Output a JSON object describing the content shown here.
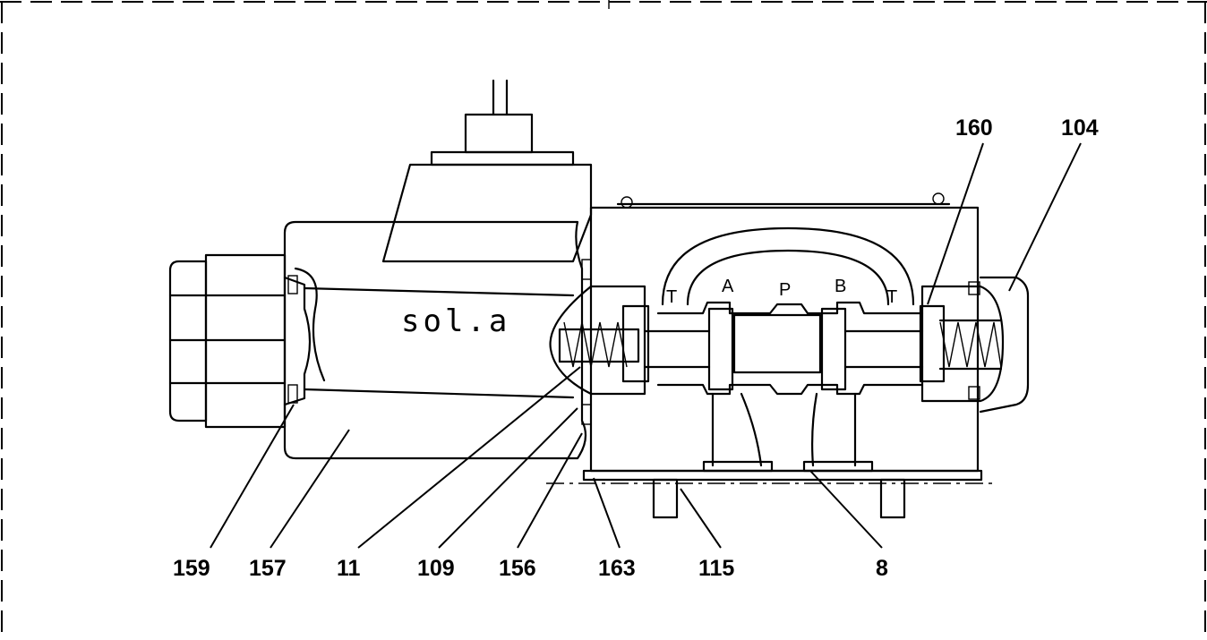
{
  "solenoid_label": "sol.a",
  "ports": {
    "t_left": "T",
    "a": "A",
    "p": "P",
    "b": "B",
    "t_right": "T"
  },
  "callouts": {
    "c160": "160",
    "c104": "104",
    "c159": "159",
    "c157": "157",
    "c11": "11",
    "c109": "109",
    "c156": "156",
    "c163": "163",
    "c115": "115",
    "c8": "8"
  }
}
